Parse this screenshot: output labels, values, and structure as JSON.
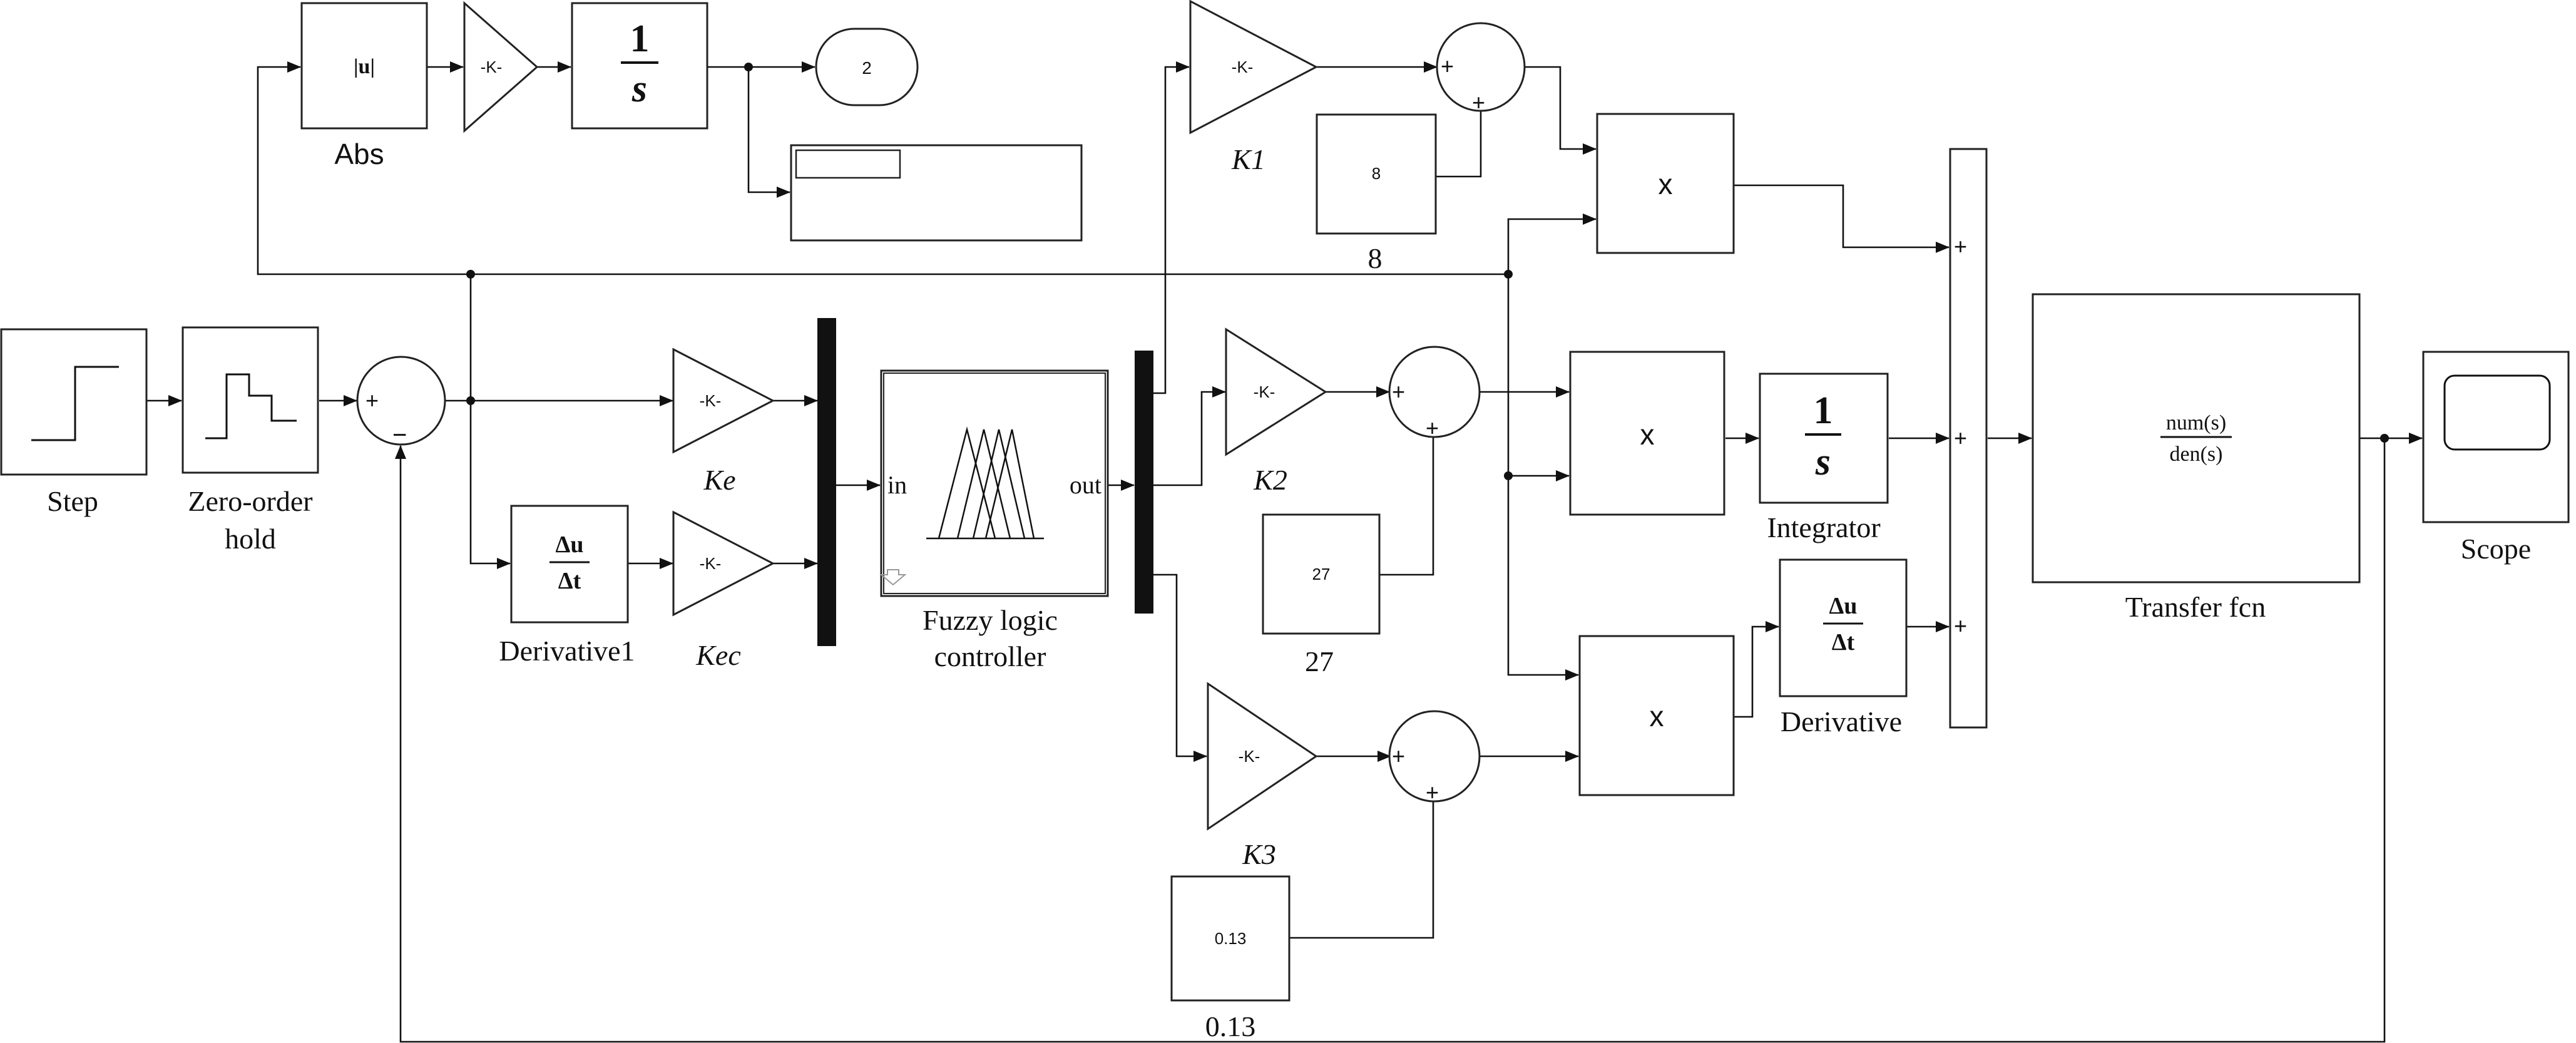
{
  "diagram": {
    "blocks": {
      "abs": {
        "icon": "|u|",
        "label": "Abs"
      },
      "gain_top": {
        "icon": "-K-"
      },
      "integrator_top": {
        "num": "1",
        "den": "s"
      },
      "goto": {
        "tag": "2"
      },
      "k1": {
        "icon": "-K-",
        "label": "K1"
      },
      "const8": {
        "value": "8",
        "label": "8"
      },
      "product1": {
        "icon": "x"
      },
      "step": {
        "label": "Step"
      },
      "zoh": {
        "label_line1": "Zero-order",
        "label_line2": "hold"
      },
      "ke": {
        "icon": "-K-",
        "label": "Ke"
      },
      "derivative1": {
        "num": "Δu",
        "den": "Δt",
        "label": "Derivative1"
      },
      "kec": {
        "icon": "-K-",
        "label": "Kec"
      },
      "fuzzy": {
        "in_port": "in",
        "out_port": "out",
        "label_line1": "Fuzzy logic",
        "label_line2": "controller"
      },
      "k2": {
        "icon": "-K-",
        "label": "K2"
      },
      "const27": {
        "value": "27",
        "label": "27"
      },
      "product2": {
        "icon": "x"
      },
      "integrator": {
        "num": "1",
        "den": "s",
        "label": "Integrator"
      },
      "k3": {
        "icon": "-K-",
        "label": "K3"
      },
      "const013": {
        "value": "0.13",
        "label": "0.13"
      },
      "product3": {
        "icon": "x"
      },
      "derivative": {
        "num": "Δu",
        "den": "Δt",
        "label": "Derivative"
      },
      "sum_out": {
        "signs": [
          "+",
          "+",
          "+"
        ]
      },
      "transfer": {
        "num": "num(s)",
        "den": "den(s)",
        "label": "Transfer fcn"
      },
      "scope": {
        "label": "Scope"
      }
    },
    "sum_signs": {
      "error": [
        "+",
        "−"
      ],
      "plus": "+"
    }
  }
}
